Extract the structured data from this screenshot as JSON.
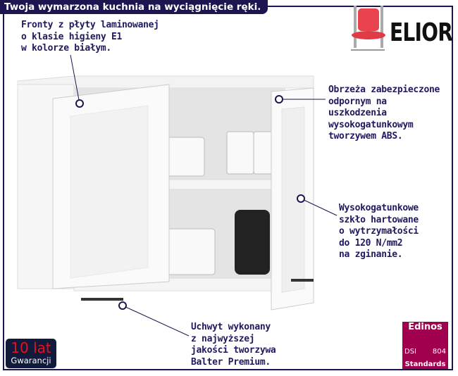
{
  "banner": {
    "title": "Twoja wymarzona kuchnia na wyciągnięcie ręki."
  },
  "brand": {
    "name": "ELIOR",
    "icon": "red-chair-icon"
  },
  "annotations": {
    "fronts": "Fronty z płyty laminowanej\no klasie higieny E1\nw kolorze białym.",
    "edges": "Obrzeża zabezpieczone\nodpornym na\nuszkodzenia\nwysokogatunkowym\ntworzywem ABS.",
    "glass": "Wysokogatunkowe\nszkło hartowane\no wytrzymałości\ndo 120 N/mm2\nna zginanie.",
    "handle": "Uchwyt wykonany\nz najwyższej\njakości tworzywa\nBalter Premium."
  },
  "warranty": {
    "big": "10 lat",
    "small": "Gwarancji"
  },
  "certificate": {
    "top": "Edinos",
    "left": "DSI",
    "right": "804",
    "bottom": "Standards"
  },
  "colors": {
    "navy": "#1b1650",
    "text": "#1f1a5e",
    "chair": "#e8434f",
    "badge": "#a0004e",
    "warranty_red": "#e8101a"
  }
}
